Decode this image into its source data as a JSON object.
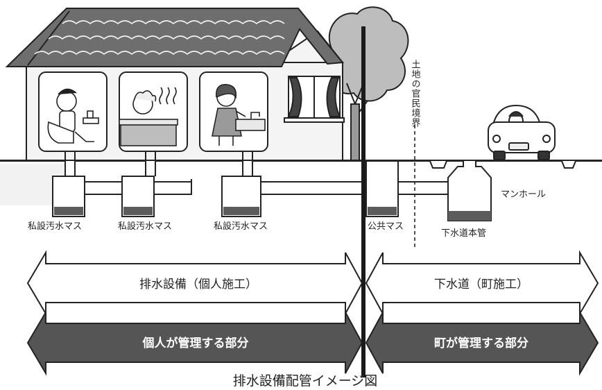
{
  "labels": {
    "private_basin_1": "私設汚水マス",
    "private_basin_2": "私設汚水マス",
    "private_basin_3": "私設汚水マス",
    "public_basin": "公共マス",
    "manhole": "マンホール",
    "sewer_main": "下水道本管",
    "boundary": "土地の官民境界"
  },
  "arrows": {
    "left_top": "排水設備（個人施工）",
    "right_top": "下水道（町施工）",
    "left_bottom": "個人が管理する部分",
    "right_bottom": "町が管理する部分"
  },
  "caption": "排水設備配管イメージ図",
  "colors": {
    "ink": "#222222",
    "roof": "#6e6e6e",
    "wall": "#f4f4f4",
    "ground": "#7a7a7a",
    "pipe": "#e6e6e6",
    "basin_fill": "#5c5c5c",
    "tree": "#bdbdbd",
    "dark_arrow": "#555555"
  }
}
